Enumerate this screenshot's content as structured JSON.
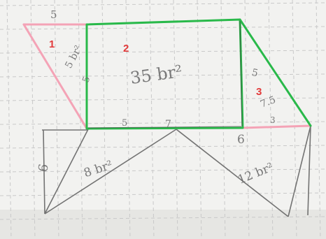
{
  "paper": {
    "background": "#f2f2f0",
    "grid_color": "#c9c9c9",
    "pencil_color": "#6a6a6a",
    "green_color": "#29b94a",
    "pink_color": "#f4a3b6",
    "label_color": "#e23b3b"
  },
  "region_labels": [
    "1",
    "2",
    "3"
  ],
  "handwriting": {
    "top_left": "5",
    "left_shape_area": "5 br²",
    "center_area": "35 br²",
    "center_side": "5",
    "bottom_left_side": "5",
    "bottom_mid": "7",
    "bottom_right_side": "6",
    "right_shape_area": "7.5",
    "right_shape_dim": "5",
    "right_bottom": "3",
    "lower_left_height": "6",
    "lower_left_area": "8 br²",
    "lower_right_area": "12 br²"
  }
}
